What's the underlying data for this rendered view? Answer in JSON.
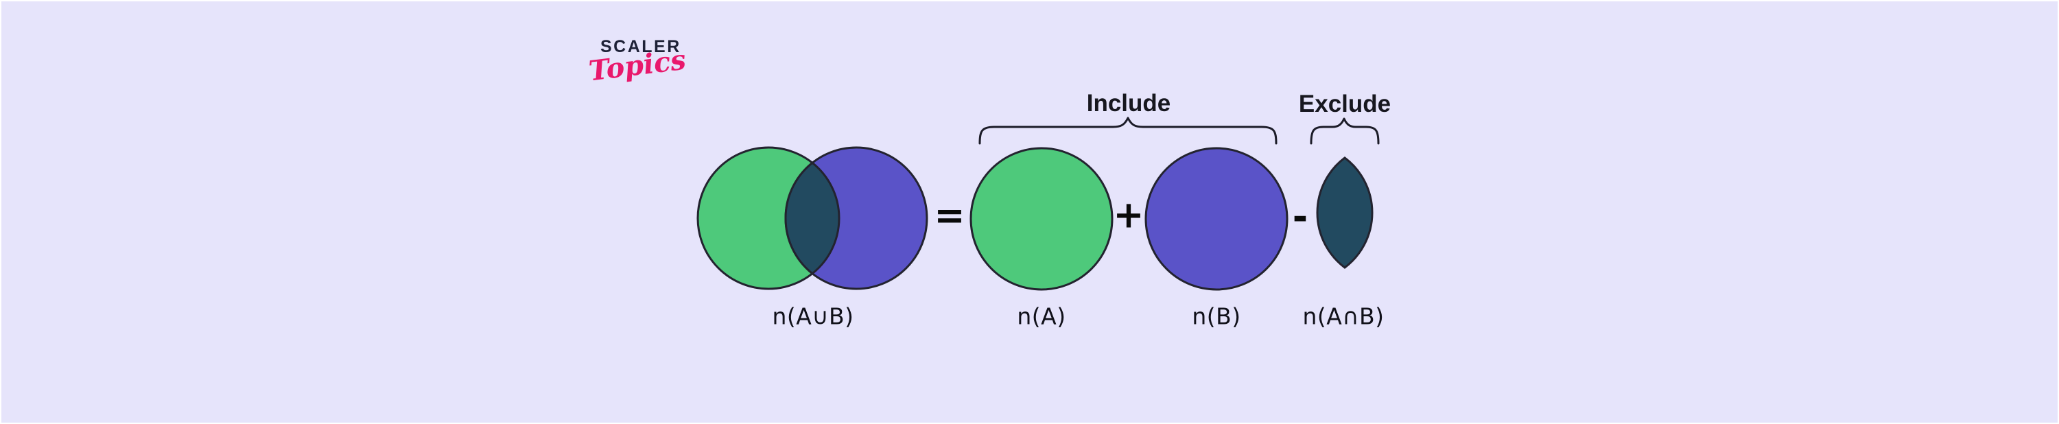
{
  "page": {
    "background": "#e6e4fb",
    "frame": "#ffffff"
  },
  "logo": {
    "brand": "SCALER",
    "product": "Topics",
    "brand_color": "#1e2137",
    "product_color": "#e9186c"
  },
  "annotations": {
    "include": "Include",
    "exclude": "Exclude"
  },
  "equation": {
    "union_label": "n(A∪B)",
    "equals": "=",
    "set_a_label": "n(A)",
    "plus": "+",
    "set_b_label": "n(B)",
    "minus": "-",
    "intersection_label": "n(A∩B)"
  },
  "colors": {
    "set_a_green": "#4ec97b",
    "set_b_purple": "#5a53c8",
    "intersection_teal": "#224a60",
    "outline": "#23232f",
    "text": "#101019"
  }
}
